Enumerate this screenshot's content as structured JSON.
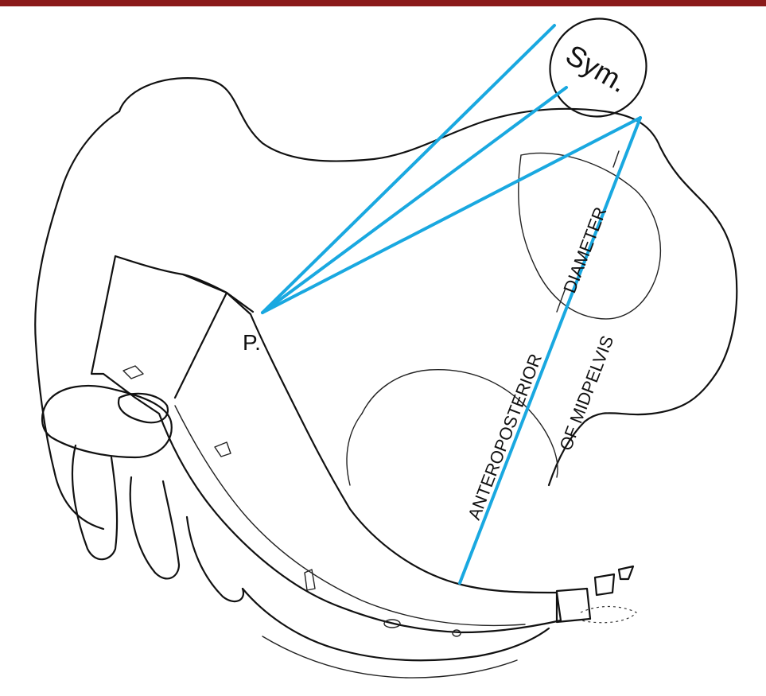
{
  "labels": {
    "symphysis": "Sym.",
    "point_p": "P.",
    "diameter_line1": "ANTEROPOSTERIOR",
    "diameter_line1b": "DIAMETER",
    "diameter_line2": "OF MIDPELVIS"
  },
  "colors": {
    "header_bar": "#8b1a1a",
    "measurement_lines": "#19a8e0",
    "outline": "#111111"
  }
}
